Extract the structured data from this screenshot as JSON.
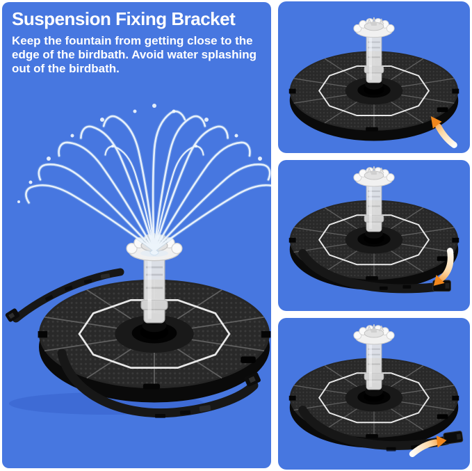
{
  "page": {
    "background_color": "#FFFFFF"
  },
  "theme": {
    "panel_blue": "#4777E0",
    "arrow_orange": "#F0861C",
    "water_color": "#EEF6FD",
    "device_black": "#141414",
    "text_color": "#FFFFFF"
  },
  "info_panel": {
    "title": "Suspension Fixing Bracket",
    "description": "Keep the fountain from getting close to the edge of the birdbath. Avoid water splashing out of the birdbath."
  },
  "main_illustration": {
    "icon": "solar-fountain-spraying-icon"
  },
  "steps": [
    {
      "name": "step-1-slot-location",
      "icon": "curved-arrow-up-left-icon"
    },
    {
      "name": "step-2-insert-bracket",
      "icon": "curved-arrow-down-left-icon"
    },
    {
      "name": "step-3-bracket-attached",
      "icon": "curved-arrow-right-icon"
    }
  ]
}
